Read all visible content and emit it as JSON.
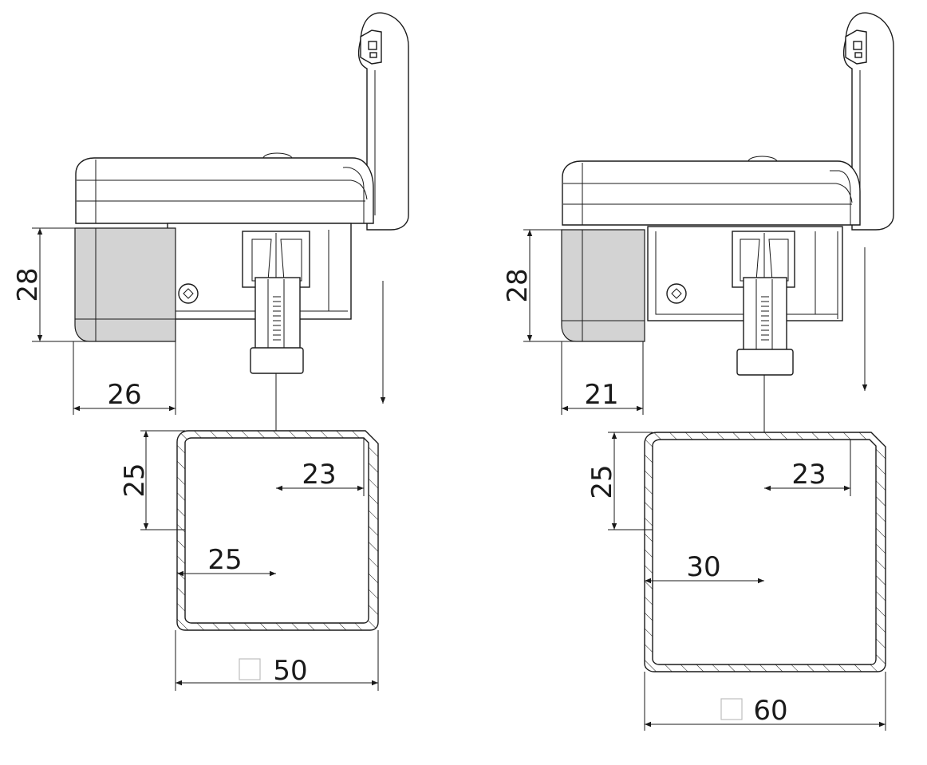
{
  "left_view": {
    "dim_holder_height": "28",
    "dim_holder_width": "26",
    "dim_clamp_vertical": "25",
    "dim_offset_right": "23",
    "dim_offset_left": "25",
    "dim_tube_width": "50"
  },
  "right_view": {
    "dim_holder_height": "28",
    "dim_holder_width": "21",
    "dim_clamp_vertical": "25",
    "dim_offset_right": "23",
    "dim_offset_left": "30",
    "dim_tube_width": "60"
  },
  "colors": {
    "line": "#1a1a1a",
    "insert_grey": "#d3d3d3",
    "square_symbol": "#bdbdbd"
  }
}
